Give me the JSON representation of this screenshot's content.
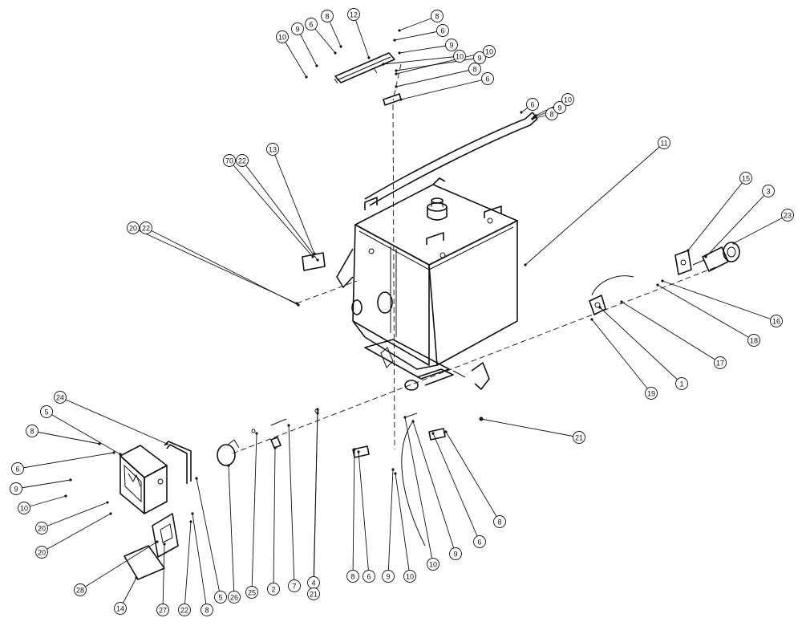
{
  "callouts": [
    {
      "id": "c12a",
      "label": "12"
    },
    {
      "id": "c8a",
      "label": "8"
    },
    {
      "id": "c6a",
      "label": "6"
    },
    {
      "id": "c9a",
      "label": "9"
    },
    {
      "id": "c10a",
      "label": "10"
    },
    {
      "id": "c8b",
      "label": "8"
    },
    {
      "id": "c6b",
      "label": "6"
    },
    {
      "id": "c9b",
      "label": "9"
    },
    {
      "id": "c10b",
      "label": "10"
    },
    {
      "id": "c9c",
      "label": "9"
    },
    {
      "id": "c10c",
      "label": "10"
    },
    {
      "id": "c8c",
      "label": "8"
    },
    {
      "id": "c6c",
      "label": "6"
    },
    {
      "id": "c6d",
      "label": "6"
    },
    {
      "id": "c8d",
      "label": "8"
    },
    {
      "id": "c9d",
      "label": "9"
    },
    {
      "id": "c10d",
      "label": "10"
    },
    {
      "id": "c11",
      "label": "11"
    },
    {
      "id": "c13",
      "label": "13"
    },
    {
      "id": "c70",
      "label": "70"
    },
    {
      "id": "c22a",
      "label": "22"
    },
    {
      "id": "c20a",
      "label": "20"
    },
    {
      "id": "c22b",
      "label": "22"
    },
    {
      "id": "c15",
      "label": "15"
    },
    {
      "id": "c3",
      "label": "3"
    },
    {
      "id": "c23",
      "label": "23"
    },
    {
      "id": "c16",
      "label": "16"
    },
    {
      "id": "c18",
      "label": "18"
    },
    {
      "id": "c17",
      "label": "17"
    },
    {
      "id": "c1",
      "label": "1"
    },
    {
      "id": "c19",
      "label": "19"
    },
    {
      "id": "c21a",
      "label": "21"
    },
    {
      "id": "c24",
      "label": "24"
    },
    {
      "id": "c5a",
      "label": "5"
    },
    {
      "id": "c8e",
      "label": "8"
    },
    {
      "id": "c6e",
      "label": "6"
    },
    {
      "id": "c9e",
      "label": "9"
    },
    {
      "id": "c10e",
      "label": "10"
    },
    {
      "id": "c20b",
      "label": "20"
    },
    {
      "id": "c20c",
      "label": "20"
    },
    {
      "id": "c28",
      "label": "28"
    },
    {
      "id": "c14",
      "label": "14"
    },
    {
      "id": "c27",
      "label": "27"
    },
    {
      "id": "c22c",
      "label": "22"
    },
    {
      "id": "c8f",
      "label": "8"
    },
    {
      "id": "c5b",
      "label": "5"
    },
    {
      "id": "c26",
      "label": "26"
    },
    {
      "id": "c25",
      "label": "25"
    },
    {
      "id": "c2",
      "label": "2"
    },
    {
      "id": "c7",
      "label": "7"
    },
    {
      "id": "c4",
      "label": "4"
    },
    {
      "id": "c21b",
      "label": "21"
    },
    {
      "id": "c8g",
      "label": "8"
    },
    {
      "id": "c6f",
      "label": "6"
    },
    {
      "id": "c9f",
      "label": "9"
    },
    {
      "id": "c10f",
      "label": "10"
    },
    {
      "id": "c10g",
      "label": "10"
    },
    {
      "id": "c9g",
      "label": "9"
    },
    {
      "id": "c6g",
      "label": "6"
    },
    {
      "id": "c8h",
      "label": "8"
    }
  ]
}
